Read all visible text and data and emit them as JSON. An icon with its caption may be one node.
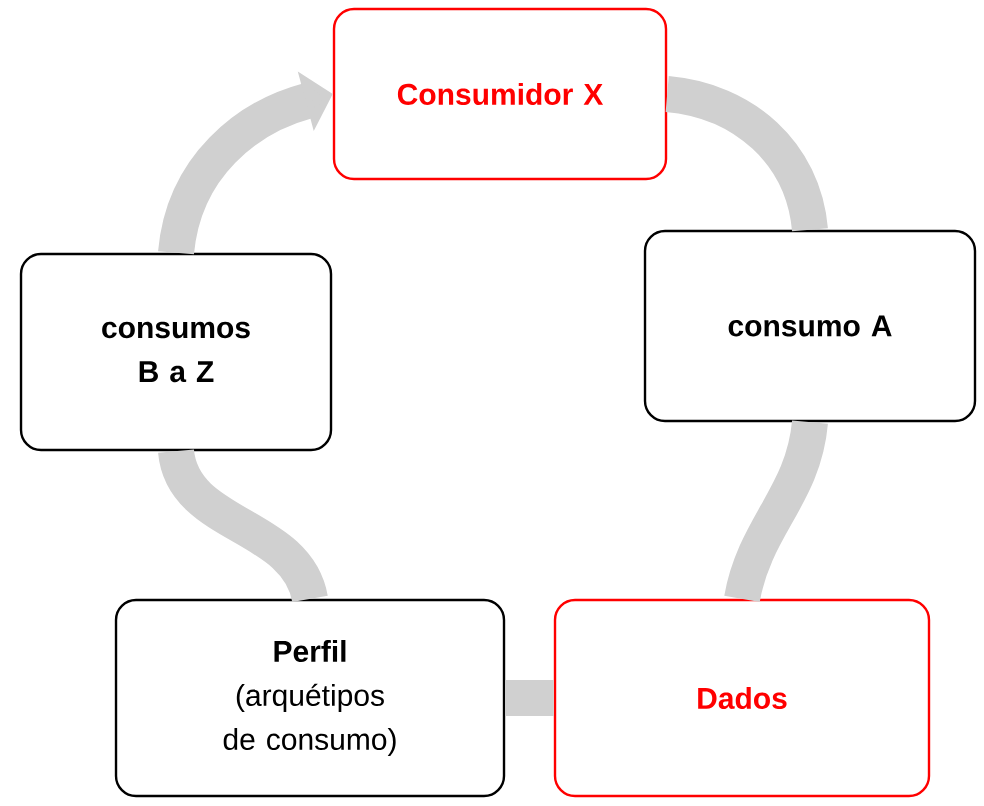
{
  "diagram": {
    "nodes": [
      {
        "text": [
          "Consumidor X"
        ]
      },
      {
        "text": [
          "consumo A"
        ]
      },
      {
        "text": [
          "Dados"
        ]
      },
      {
        "text": [
          "Perfil",
          "(arquétipos de consumo)"
        ]
      },
      {
        "text": [
          "consumos B a Z"
        ]
      }
    ],
    "edges": [
      {
        "from": 4,
        "to": 0,
        "arrow": "to"
      },
      {
        "from": 0,
        "to": 1,
        "arrow": "none"
      },
      {
        "from": 1,
        "to": 2,
        "arrow": "none"
      },
      {
        "from": 2,
        "to": 3,
        "arrow": "none"
      },
      {
        "from": 3,
        "to": 4,
        "arrow": "none"
      }
    ]
  }
}
